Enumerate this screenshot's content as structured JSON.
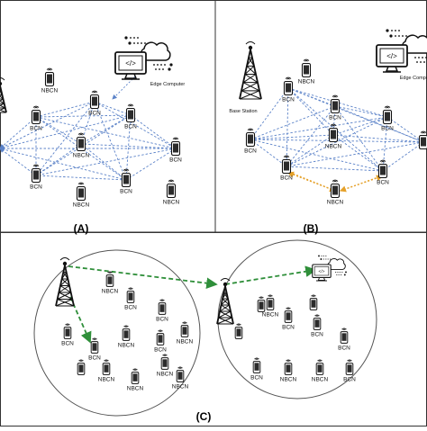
{
  "panels": {
    "a_label": "(A)",
    "b_label": "(B)",
    "c_label": "(C)"
  },
  "labels": {
    "bcn": "BCN",
    "nbcn": "NBCN",
    "base_station": "Base Station",
    "edge_computer": "Edge Computer"
  },
  "icons": {
    "phone": "smartphone-icon",
    "tower": "cell-tower-icon",
    "cloud": "cloud-icon",
    "computer": "monitor-code-icon"
  },
  "colors": {
    "blue_link": "#5b82c8",
    "orange_link": "#e5a12a",
    "green_link": "#2f8f3a",
    "line": "#111111"
  }
}
